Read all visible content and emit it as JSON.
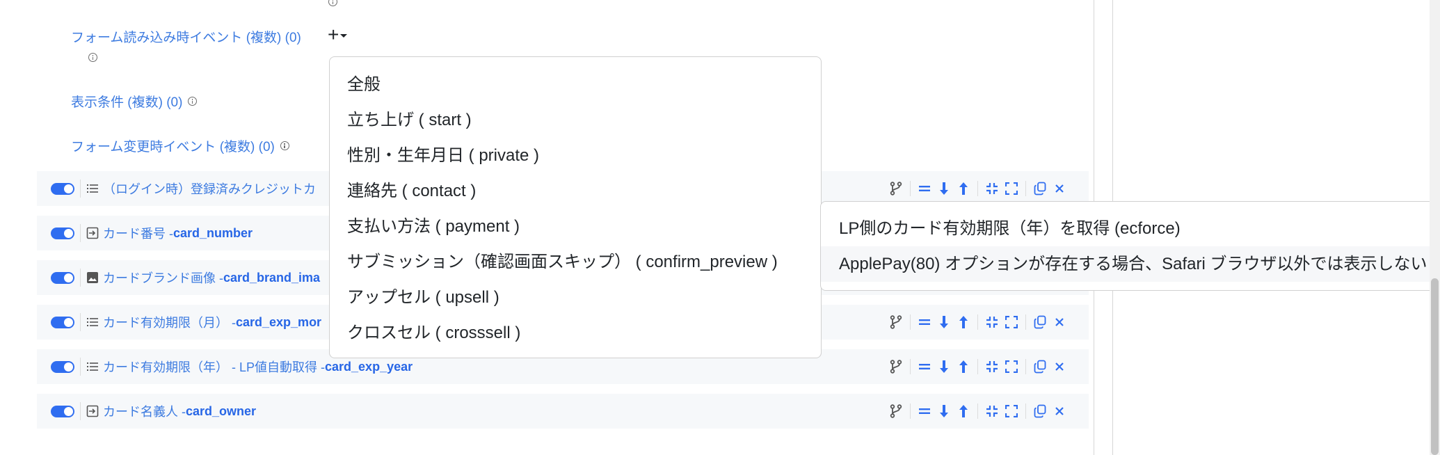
{
  "settings": {
    "load_event_label": "フォーム読み込み時イベント (複数) (0)",
    "display_condition_label": "表示条件 (複数) (0)",
    "change_event_label": "フォーム変更時イベント (複数) (0)",
    "add_button": "+"
  },
  "fields": [
    {
      "type_icon": "list-icon",
      "label": "（ログイン時）登録済みクレジットカ",
      "key": "",
      "enabled": true
    },
    {
      "type_icon": "input-icon",
      "label": "カード番号 - ",
      "key": "card_number",
      "enabled": true
    },
    {
      "type_icon": "image-icon",
      "label": "カードブランド画像 - ",
      "key": "card_brand_ima",
      "enabled": true
    },
    {
      "type_icon": "list-icon",
      "label": "カード有効期限（月） - ",
      "key": "card_exp_mor",
      "enabled": true
    },
    {
      "type_icon": "list-icon",
      "label": "カード有効期限（年） - LP値自動取得 - ",
      "key": "card_exp_year",
      "enabled": true
    },
    {
      "type_icon": "input-icon",
      "label": "カード名義人 - ",
      "key": "card_owner",
      "enabled": true
    }
  ],
  "dropdown": {
    "items": [
      "全般",
      "立ち上げ ( start )",
      "性別・生年月日 ( private )",
      "連絡先 ( contact )",
      "支払い方法 ( payment )",
      "サブミッション（確認画面スキップ） ( confirm_preview )",
      "アップセル ( upsell )",
      "クロスセル ( crosssell )"
    ]
  },
  "submenu": {
    "items": [
      "LP側のカード有効期限（年）を取得 (ecforce)",
      "ApplePay(80) オプションが存在する場合、Safari ブラウザ以外では表示しない"
    ],
    "highlighted_index": 1
  },
  "colors": {
    "accent": "#2f6df0",
    "label_blue": "#3d7be0",
    "row_bg": "#f6f8fa"
  }
}
